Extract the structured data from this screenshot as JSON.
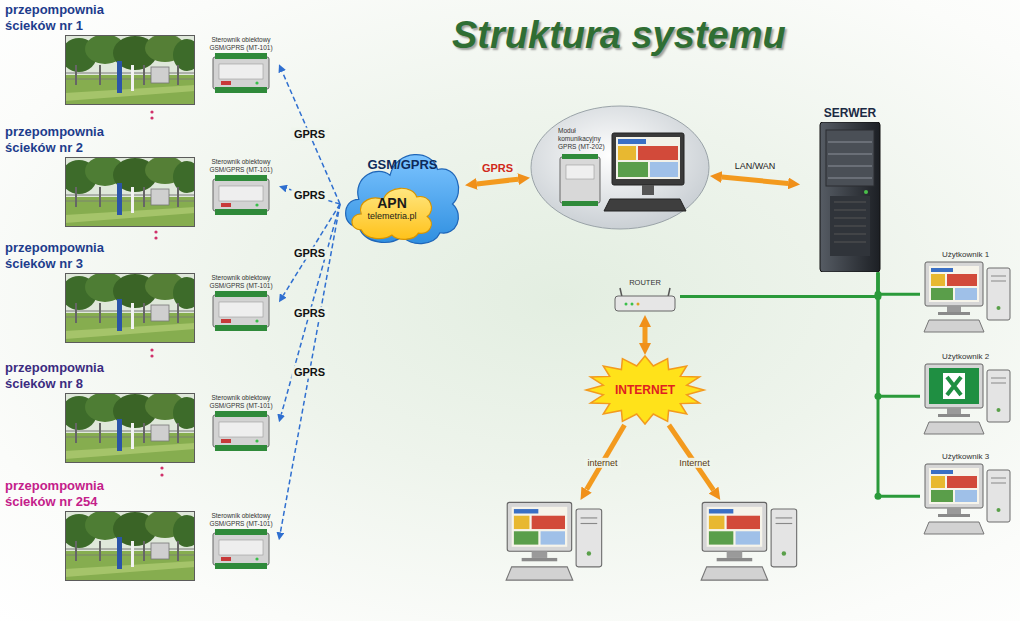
{
  "diagram": {
    "title": "Struktura systemu",
    "nodes": [
      {
        "text": [
          "przepompownia ścieków nr 1"
        ]
      },
      {
        "text": [
          "Sterownik obiektowy GSM/GPRS (MT-101)"
        ]
      },
      {
        "text": [
          "przepompownia ścieków nr 2"
        ]
      },
      {
        "text": [
          "Sterownik obiektowy GSM/GPRS (MT-101)"
        ]
      },
      {
        "text": [
          "przepompownia ścieków nr 3"
        ]
      },
      {
        "text": [
          "Sterownik obiektowy GSM/GPRS (MT-101)"
        ]
      },
      {
        "text": [
          "przepompownia ścieków nr 8"
        ]
      },
      {
        "text": [
          "Sterownik obiektowy GSM/GPRS (MT-101)"
        ]
      },
      {
        "text": [
          "przepompownia ścieków nr 254"
        ]
      },
      {
        "text": [
          "Sterownik obiektowy GSM/GPRS (MT-101)"
        ]
      },
      {
        "text": [
          "GSM/GPRS"
        ]
      },
      {
        "text": [
          "APN",
          "telemetria.pl"
        ],
        "in": 10
      },
      {
        "text": [
          "Moduł komunikacyjny GPRS (MT-202)"
        ]
      },
      {
        "text": [
          "SERWER"
        ]
      },
      {
        "text": [
          "ROUTER"
        ]
      },
      {
        "text": [
          "INTERNET"
        ]
      },
      {
        "text": [
          "Użytkownik 1"
        ]
      },
      {
        "text": [
          "Użytkownik 2"
        ]
      },
      {
        "text": [
          "Użytkownik 3"
        ]
      },
      {
        "text": []
      },
      {
        "text": []
      }
    ],
    "edges": [
      {
        "from": 10,
        "to": 1,
        "arrow": "to",
        "label": "GPRS"
      },
      {
        "from": 10,
        "to": 3,
        "arrow": "to",
        "label": "GPRS"
      },
      {
        "from": 10,
        "to": 5,
        "arrow": "to",
        "label": "GPRS"
      },
      {
        "from": 10,
        "to": 7,
        "arrow": "to",
        "label": "GPRS"
      },
      {
        "from": 10,
        "to": 9,
        "arrow": "to",
        "label": "GPRS"
      },
      {
        "from": 10,
        "to": 12,
        "arrow": "both",
        "label": "GPRS"
      },
      {
        "from": 12,
        "to": 13,
        "arrow": "both",
        "label": "LAN/WAN"
      },
      {
        "from": 13,
        "to": 14,
        "arrow": "none"
      },
      {
        "from": 13,
        "to": 16,
        "arrow": "none"
      },
      {
        "from": 13,
        "to": 17,
        "arrow": "none"
      },
      {
        "from": 13,
        "to": 18,
        "arrow": "none"
      },
      {
        "from": 14,
        "to": 15,
        "arrow": "both"
      },
      {
        "from": 15,
        "to": 19,
        "arrow": "to",
        "label": "internet"
      },
      {
        "from": 15,
        "to": 20,
        "arrow": "to",
        "label": "Internet"
      }
    ]
  }
}
